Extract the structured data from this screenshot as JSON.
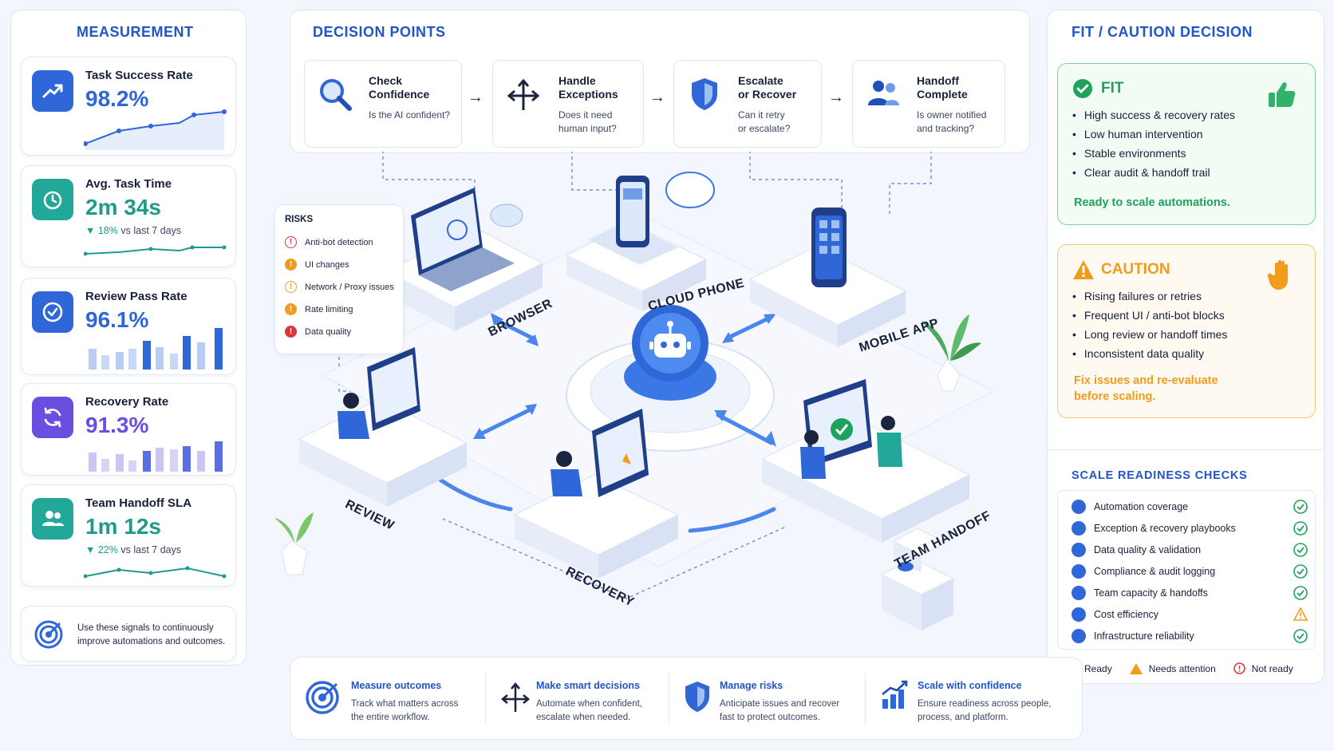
{
  "measurement": {
    "title": "MEASUREMENT",
    "metrics": [
      {
        "label": "Task Success Rate",
        "value": "98.2%",
        "color": "#2f66d8"
      },
      {
        "label": "Avg. Task Time",
        "value": "2m 34s",
        "delta_pct": "18%",
        "delta_text": "vs last 7 days",
        "color": "#1f9b8c"
      },
      {
        "label": "Review Pass Rate",
        "value": "96.1%",
        "color": "#2f66d8"
      },
      {
        "label": "Recovery Rate",
        "value": "91.3%",
        "color": "#6a4ee0"
      },
      {
        "label": "Team Handoff SLA",
        "value": "1m 12s",
        "delta_pct": "22%",
        "delta_text": "vs last 7 days",
        "color": "#1f9b8c"
      }
    ],
    "footer": "Use these signals to continuously improve automations and outcomes."
  },
  "decision_points": {
    "title": "DECISION POINTS",
    "steps": [
      {
        "title1": "Check",
        "title2": "Confidence",
        "sub1": "Is the AI confident?",
        "sub2": "",
        "icon": "magnifier-icon"
      },
      {
        "title1": "Handle",
        "title2": "Exceptions",
        "sub1": "Does it need",
        "sub2": "human input?",
        "icon": "branch-arrows-icon"
      },
      {
        "title1": "Escalate",
        "title2": "or Recover",
        "sub1": "Can it retry",
        "sub2": "or escalate?",
        "icon": "shield-icon"
      },
      {
        "title1": "Handoff",
        "title2": "Complete",
        "sub1": "Is owner notified",
        "sub2": "and tracking?",
        "icon": "people-icon"
      }
    ]
  },
  "risks": {
    "title": "RISKS",
    "items": [
      {
        "label": "Anti-bot detection",
        "color": "#e0333a"
      },
      {
        "label": "UI changes",
        "color": "#f29b1d"
      },
      {
        "label": "Network / Proxy issues",
        "color": "#f29b1d"
      },
      {
        "label": "Rate limiting",
        "color": "#f29b1d"
      },
      {
        "label": "Data quality",
        "color": "#e0333a"
      }
    ]
  },
  "diagram": {
    "nodes": [
      "BROWSER",
      "CLOUD PHONE",
      "MOBILE APP",
      "REVIEW",
      "RECOVERY",
      "TEAM HANDOFF"
    ]
  },
  "fit_caution": {
    "title": "FIT / CAUTION DECISION",
    "fit": {
      "heading": "FIT",
      "items": [
        "High success & recovery rates",
        "Low human intervention",
        "Stable environments",
        "Clear audit & handoff trail"
      ],
      "conclusion": "Ready to scale automations.",
      "color": "#1fa35c"
    },
    "caution": {
      "heading": "CAUTION",
      "items": [
        "Rising failures or retries",
        "Frequent UI / anti-bot blocks",
        "Long review or handoff times",
        "Inconsistent data quality"
      ],
      "conclusion1": "Fix issues and re-evaluate",
      "conclusion2": "before scaling.",
      "color": "#f29b1d"
    }
  },
  "scale_checks": {
    "title": "SCALE READINESS CHECKS",
    "items": [
      {
        "label": "Automation coverage",
        "status": "ready"
      },
      {
        "label": "Exception & recovery playbooks",
        "status": "ready"
      },
      {
        "label": "Data quality & validation",
        "status": "ready"
      },
      {
        "label": "Compliance & audit logging",
        "status": "ready"
      },
      {
        "label": "Team capacity & handoffs",
        "status": "ready"
      },
      {
        "label": "Cost efficiency",
        "status": "attention"
      },
      {
        "label": "Infrastructure reliability",
        "status": "ready"
      }
    ],
    "legend": {
      "ready": "Ready",
      "attention": "Needs attention",
      "not_ready": "Not ready"
    }
  },
  "bottom": [
    {
      "title": "Measure outcomes",
      "sub1": "Track what matters across",
      "sub2": "the entire workflow.",
      "icon": "target-icon"
    },
    {
      "title": "Make smart decisions",
      "sub1": "Automate when confident,",
      "sub2": "escalate when needed.",
      "icon": "branch-arrows-icon"
    },
    {
      "title": "Manage risks",
      "sub1": "Anticipate issues and recover",
      "sub2": "fast to protect outcomes.",
      "icon": "shield-icon"
    },
    {
      "title": "Scale with confidence",
      "sub1": "Ensure readiness across people,",
      "sub2": "process, and platform.",
      "icon": "bar-growth-icon"
    }
  ]
}
